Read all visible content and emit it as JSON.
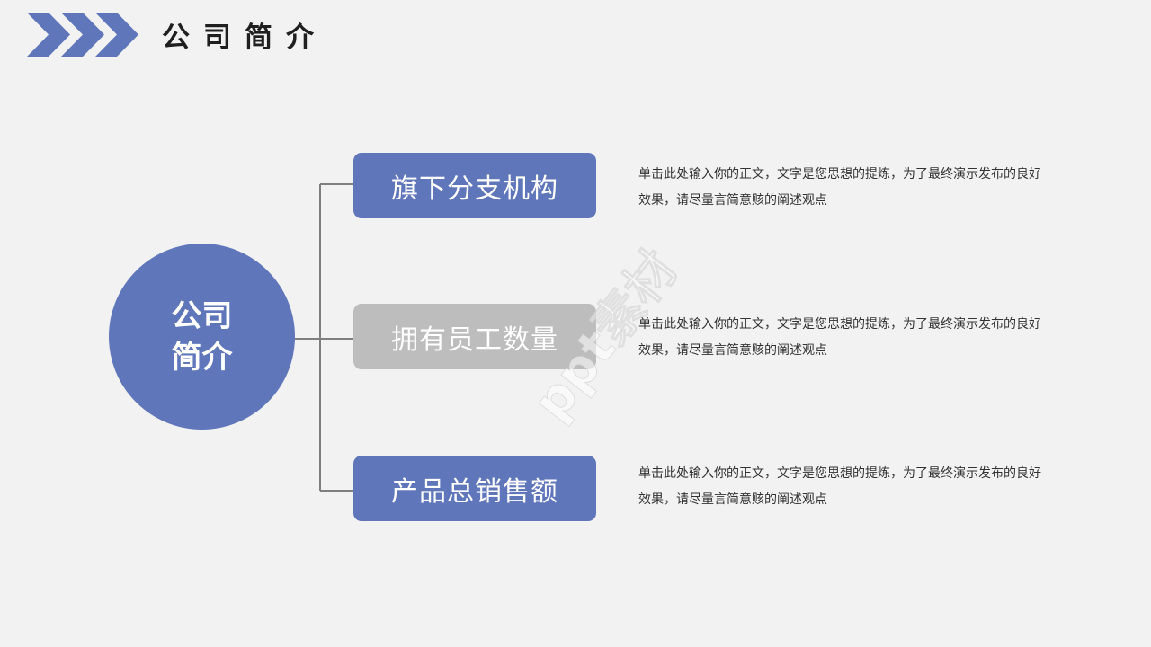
{
  "header": {
    "icon": "triple-chevron-icon",
    "title": "公司简介"
  },
  "center_node": {
    "label": "公司简介"
  },
  "branches": [
    {
      "label": "旗下分支机构",
      "color": "#5f76ba",
      "description": "单击此处输入你的正文，文字是您思想的提炼，为了最终演示发布的良好效果，请尽量言简意赅的阐述观点"
    },
    {
      "label": "拥有员工数量",
      "color": "#bdbdbd",
      "description": "单击此处输入你的正文，文字是您思想的提炼，为了最终演示发布的良好效果，请尽量言简意赅的阐述观点"
    },
    {
      "label": "产品总销售额",
      "color": "#5f76ba",
      "description": "单击此处输入你的正文，文字是您思想的提炼，为了最终演示发布的良好效果，请尽量言简意赅的阐述观点"
    }
  ],
  "watermark": "ppt素材",
  "colors": {
    "accent": "#5f76ba",
    "muted": "#bdbdbd",
    "background": "#f2f2f2",
    "line": "#7f7f7f"
  }
}
